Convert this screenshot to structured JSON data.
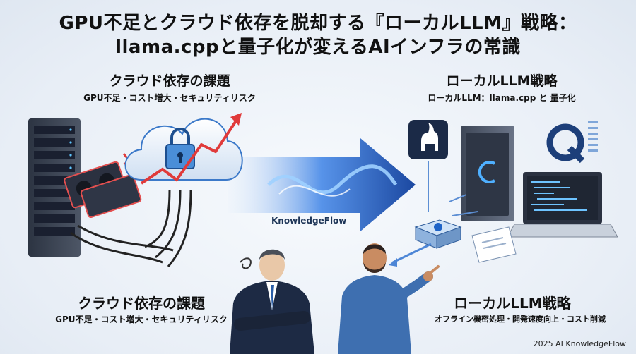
{
  "title": {
    "line1": "GPU不足とクラウド依存を脱却する『ローカルLLM』戦略：",
    "line2": "llama.cppと量子化が変えるAIインフラの常識"
  },
  "left_top": {
    "heading": "クラウド依存の課題",
    "subtitle": "GPU不足・コスト増大・セキュリティリスク"
  },
  "right_top": {
    "heading": "ローカルLLM戦略",
    "subtitle": "ローカルLLM：llama.cpp と 量子化"
  },
  "left_bottom": {
    "heading": "クラウド依存の課題",
    "subtitle": "GPU不足・コスト増大・セキュリティリスク"
  },
  "right_bottom": {
    "heading": "ローカルLLM戦略",
    "subtitle": "オフライン機密処理・開発速度向上・コスト削減"
  },
  "arrow_brand": "KnowledgeFlow",
  "footer": "2025 AI KnowledgeFlow",
  "colors": {
    "accent_blue": "#1e63c7",
    "warning_red": "#e03a3a",
    "dark_navy": "#1d2a44"
  },
  "icons": [
    "server-rack-icon",
    "gpu-card-icon",
    "cloud-lock-icon",
    "llama-icon",
    "q-icon",
    "desktop-tower-icon",
    "laptop-icon",
    "document-icon",
    "chip-box-icon"
  ]
}
